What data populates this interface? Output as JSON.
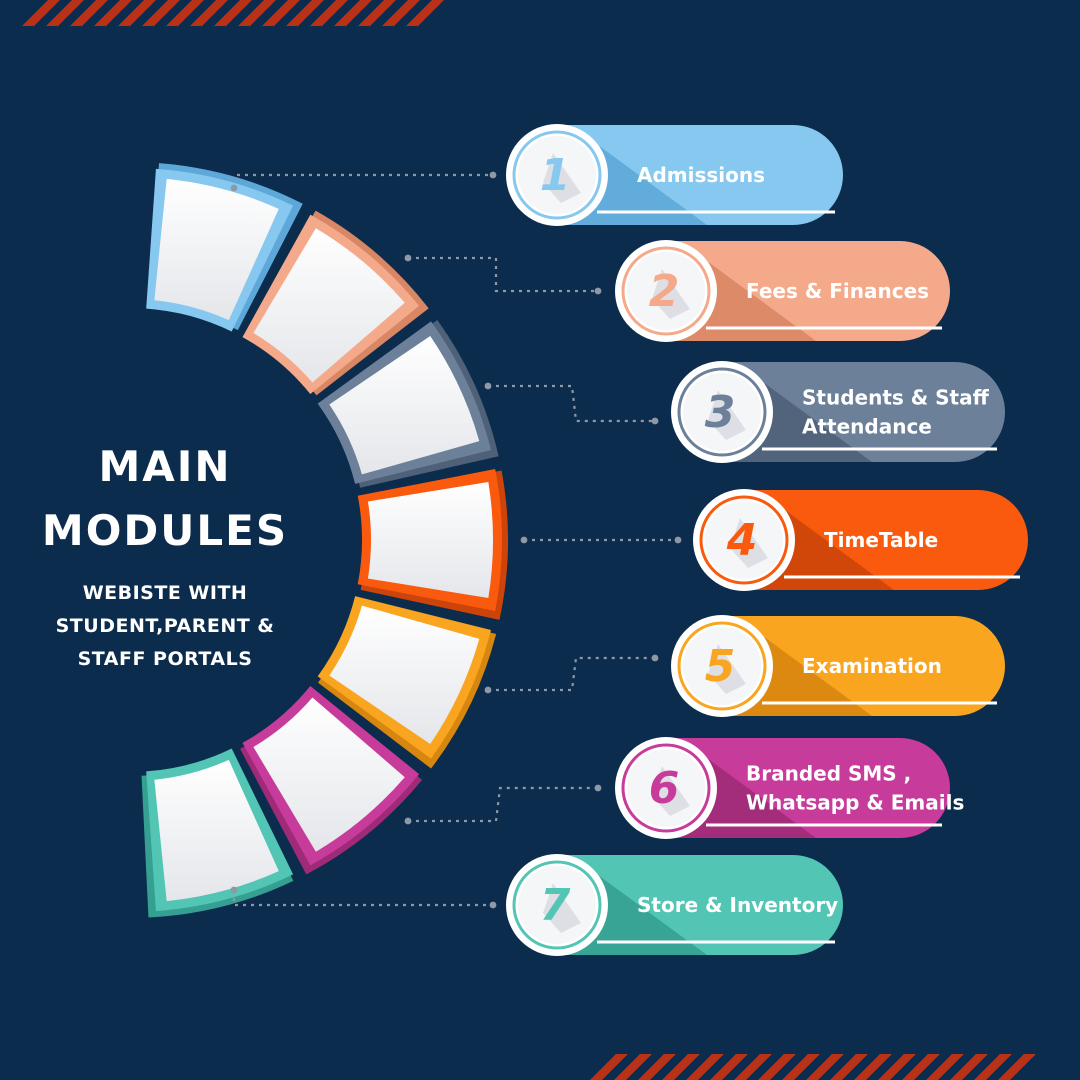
{
  "heading": {
    "line1": "MAIN",
    "line2": "MODULES",
    "sub1": "WEBISTE WITH",
    "sub2": "STUDENT,PARENT &",
    "sub3": "STAFF PORTALS"
  },
  "colors": {
    "background": "#0b2c4d",
    "stripes": "#b8321a"
  },
  "modules": [
    {
      "number": "1",
      "lines": [
        "Admissions"
      ],
      "color": "#86c8f0",
      "dark": "#5da8d8"
    },
    {
      "number": "2",
      "lines": [
        "Fees & Finances"
      ],
      "color": "#f4a98a",
      "dark": "#d98664"
    },
    {
      "number": "3",
      "lines": [
        "Students & Staff",
        "Attendance"
      ],
      "color": "#6c8199",
      "dark": "#4f6178"
    },
    {
      "number": "4",
      "lines": [
        "TimeTable"
      ],
      "color": "#fa5a0e",
      "dark": "#cc4409"
    },
    {
      "number": "5",
      "lines": [
        "Examination"
      ],
      "color": "#f9a51f",
      "dark": "#d7860f"
    },
    {
      "number": "6",
      "lines": [
        "Branded SMS ,",
        "Whatsapp & Emails"
      ],
      "color": "#c73c9a",
      "dark": "#9e2a78"
    },
    {
      "number": "7",
      "lines": [
        "Store & Inventory"
      ],
      "color": "#52c5b4",
      "dark": "#35a091"
    }
  ]
}
